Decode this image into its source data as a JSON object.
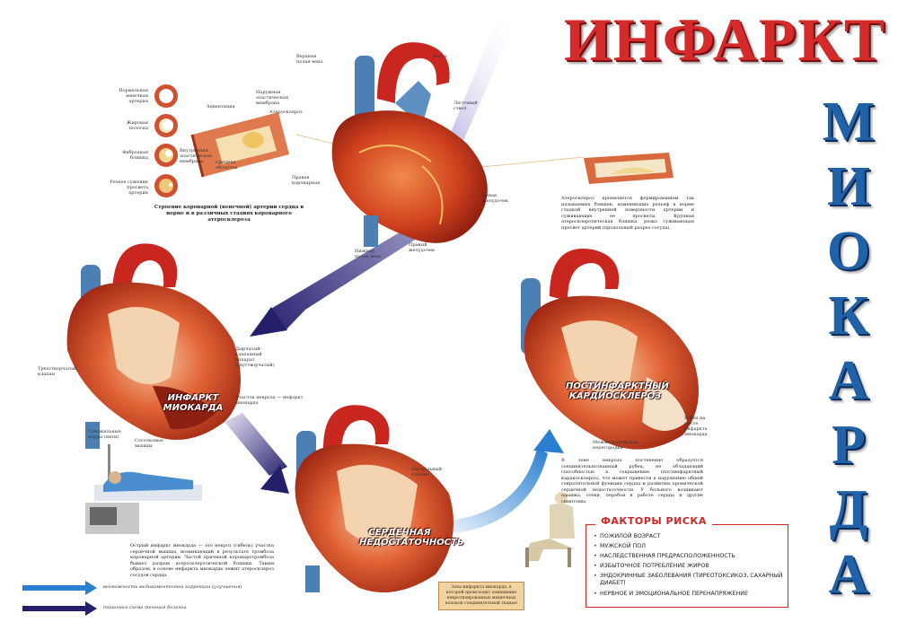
{
  "title_main": "ИНФАРКТ",
  "title_vertical": [
    "М",
    "И",
    "О",
    "К",
    "А",
    "Р",
    "Д",
    "А"
  ],
  "stages": {
    "infarct": "ИНФАРКТ МИОКАРДА",
    "failure": "СЕРДЕЧНАЯ НЕДОСТАТОЧНОСТЬ",
    "sclerosis": "ПОСТИНФАРКТНЫЙ КАРДИОСКЛЕРОЗ"
  },
  "artery_stages": [
    "Нормальная венечная артерия",
    "Жировая полоска",
    "Фиброзная бляшка",
    "Резкое сужение просвета артерии"
  ],
  "artery_caption": "Строение коронарной (венечной) артерии сердца в норме и в различных стадиях коронарного атеросклероза",
  "vessel_labels": [
    "Адвентиция",
    "Наружная эластическая мембрана",
    "Атеросклероз",
    "Внутренняя эластическая мембрана",
    "Средняя оболочка"
  ],
  "heart_top_labels": [
    "Верхняя полая вена",
    "Аорта",
    "Легочный ствол",
    "Правая коронарная",
    "Левая желудочек",
    "Нижняя полая вена",
    "Правый желудочек"
  ],
  "atherosclerosis_text": "Атеросклероз проявляется формированием так называемых бляшек, изменяющих рельеф в норме гладкой внутренней поверхности артерии и суживающих ее просветы. Крупная атеросклеротическая бляшка, резко суживающая просвет артерий (продольный разрез сосуда).",
  "infarct_labels": [
    "Дырчатый-клапанный аппарат (двустворчатый)",
    "Трехстворчатый клапан",
    "Сухожильные хорды (нити)",
    "Сосочковые мышцы",
    "Участок некроза — инфаркт миокарда"
  ],
  "sclerosis_labels": [
    "Рубец на месте инфаркта миокарда",
    "Межжелудочковая перегородка"
  ],
  "failure_labels": [
    "Митральный клапан"
  ],
  "acute_text": "Острый инфаркт миокарда — это некроз (гибель) участка сердечной мышцы, возникающий в результате тромбоза коронарной артерии. Частой причиной коронаротромбоза бывает разрыв атеросклеротической бляшки. Таким образом, в основе инфаркта миокарда лежит атеросклероз сосудов сердца.",
  "scar_text": "В зоне некроза постепенно образуется соединительнотканный рубец, не обладающий способностью к сокращению (постинфарктный кардиосклероз), что может привести к нарушению общей сократительной функции сердца и развитию хронической сердечной недостаточности. У больного возникают одышка, отеки, перебои в работе сердца и другие симптомы.",
  "zone_text": "Зона инфаркта миокарда, в которой происходит замещение некротизированных мышечных волокон соединительной тканью",
  "legend": {
    "blue": "возможность медикаментозной коррекции (улучшения)",
    "navy": "типичная схема течения болезни"
  },
  "risk_title": "ФАКТОРЫ РИСКА",
  "risk_factors": [
    "ПОЖИЛОЙ ВОЗРАСТ",
    "МУЖСКОЙ ПОЛ",
    "НАСЛЕДСТВЕННАЯ ПРЕДРАСПОЛОЖЕННОСТЬ",
    "ИЗБЫТОЧНОЕ ПОТРЕБЛЕНИЕ ЖИРОВ",
    "ЭНДОКРИННЫЕ ЗАБОЛЕВАНИЯ (ТИРЕОТОКСИКОЗ, САХАРНЫЙ ДИАБЕТ)",
    "НЕРВНОЕ И ЭМОЦИОНАЛЬНОЕ ПЕРЕНАПРЯЖЕНИЕ"
  ],
  "colors": {
    "title_red": "#d42a2a",
    "title_blue": "#1f62a8",
    "risk_red": "#d12626"
  }
}
